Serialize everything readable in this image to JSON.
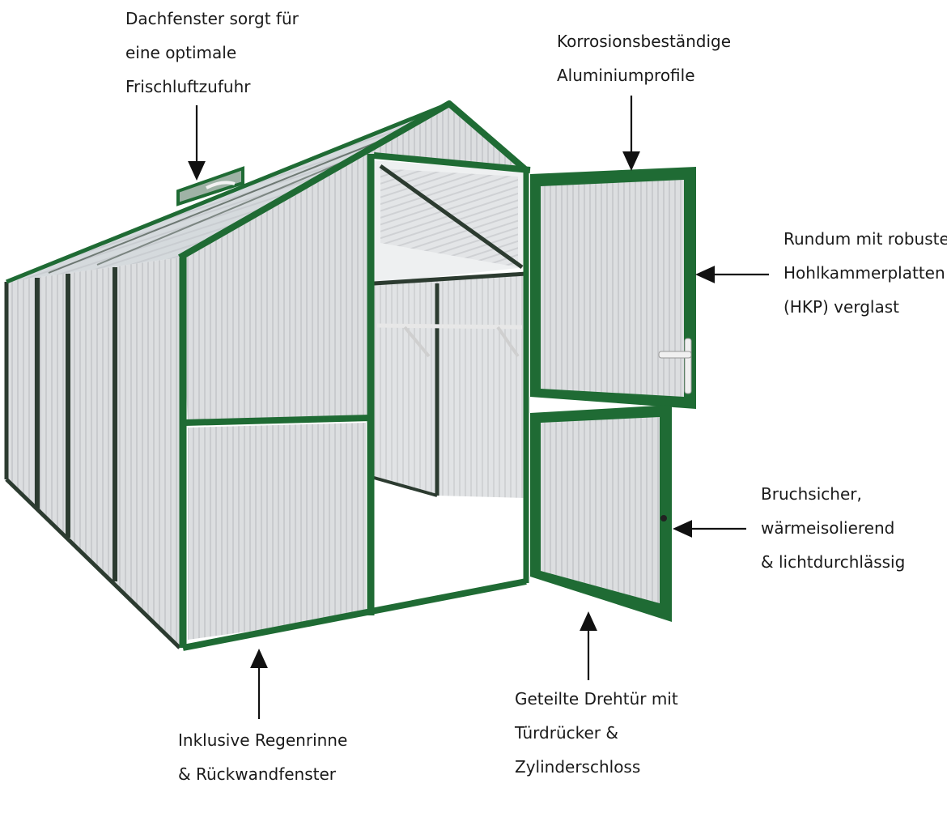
{
  "callouts": {
    "roof_window": [
      "Dachfenster sorgt für",
      "eine optimale",
      "Frischluftzufuhr"
    ],
    "aluminium": [
      "Korrosionsbeständige",
      "Aluminiumprofile"
    ],
    "panels": [
      "Rundum mit robusten",
      "Hohlkammerplatten",
      "(HKP) verglast"
    ],
    "properties": [
      "Bruchsicher,",
      "wärmeisolierend",
      "& lichtdurchlässig"
    ],
    "door": [
      "Geteilte Drehtür mit",
      "Türdrücker &",
      "Zylinderschloss"
    ],
    "gutter": [
      "Inklusive Regenrinne",
      "& Rückwandfenster"
    ]
  },
  "colors": {
    "frame_green": "#1f6b34",
    "frame_dark": "#155024",
    "panel": "#d9dbdd",
    "panel_light": "#eceeef",
    "text": "#1a1a1a"
  },
  "icons": [
    "arrow-down-icon",
    "arrow-up-icon",
    "arrow-left-icon",
    "door-handle-icon"
  ]
}
